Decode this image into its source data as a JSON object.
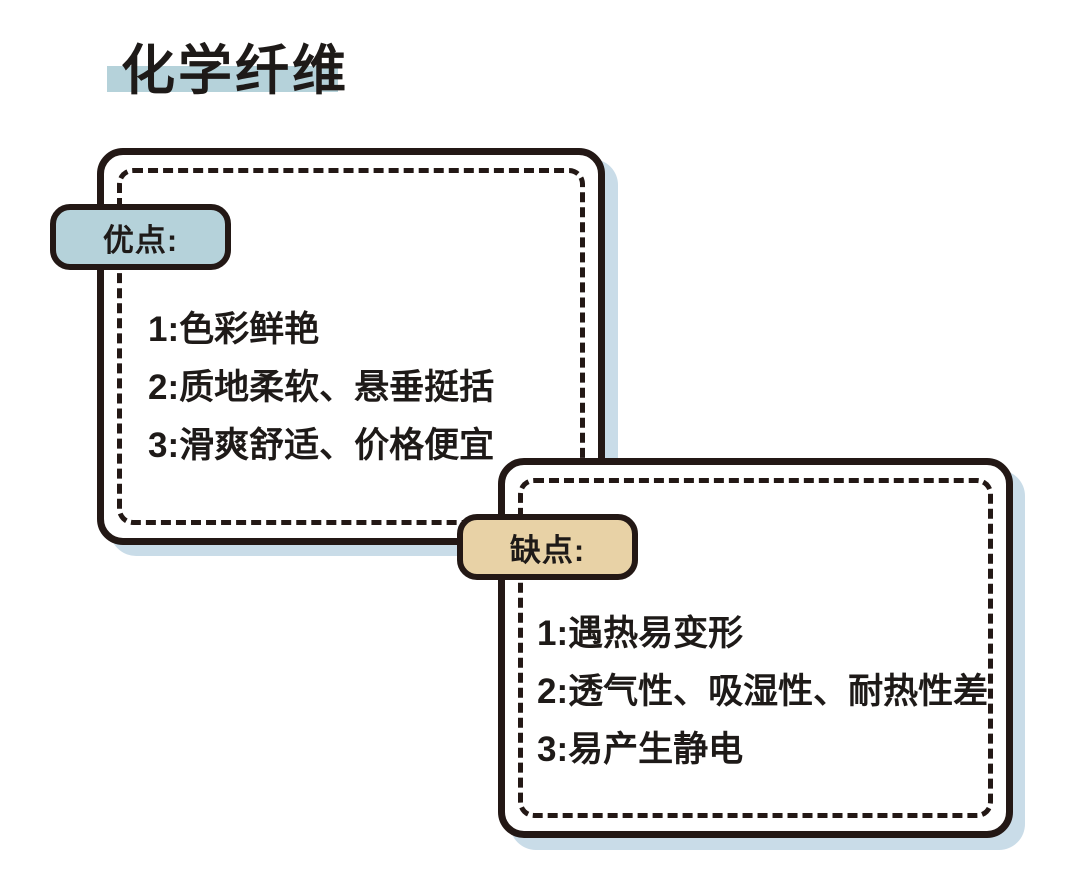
{
  "title": "化学纤维",
  "cards": [
    {
      "badge": "优点:",
      "items": [
        "1:色彩鲜艳",
        "2:质地柔软、悬垂挺括",
        "3:滑爽舒适、价格便宜"
      ]
    },
    {
      "badge": "缺点:",
      "items": [
        "1:遇热易变形",
        "2:透气性、吸湿性、耐热性差",
        "3:易产生静电"
      ]
    }
  ],
  "colors": {
    "outline": "#231815",
    "card_shadow": "#c9dce8",
    "advantages_accent": "#b5d2da",
    "disadvantages_accent": "#e8d2a6",
    "title_highlight": "#b5d2da",
    "background": "#ffffff",
    "text": "#1e1a18"
  }
}
